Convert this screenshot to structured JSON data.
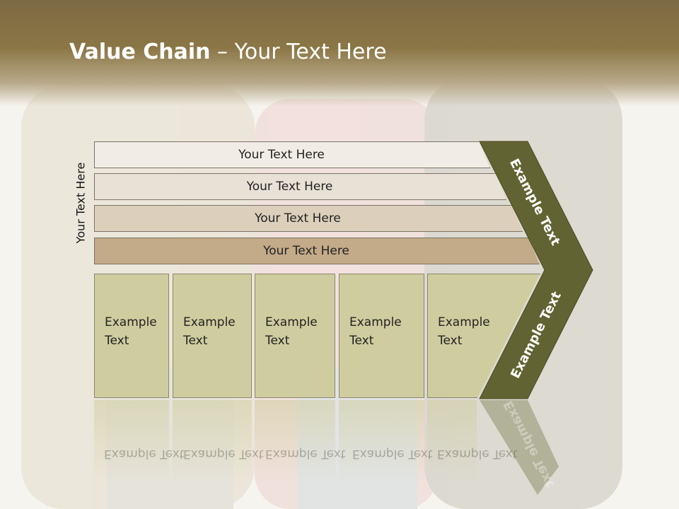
{
  "slide": {
    "title_bold": "Value Chain",
    "title_rest": " – Your Text Here",
    "side_label": "Your Text Here"
  },
  "bars": [
    "Your Text Here",
    "Your Text Here",
    "Your Text Here",
    "Your Text Here"
  ],
  "boxes": [
    "Example Text",
    "Example Text",
    "Example Text",
    "Example Text",
    "Example Text"
  ],
  "chevron": {
    "upper_label": "Example Text",
    "lower_label": "Example Text"
  },
  "colors": {
    "header": "#8a7645",
    "chevron": "#626332",
    "box": "#cfcd9f"
  }
}
